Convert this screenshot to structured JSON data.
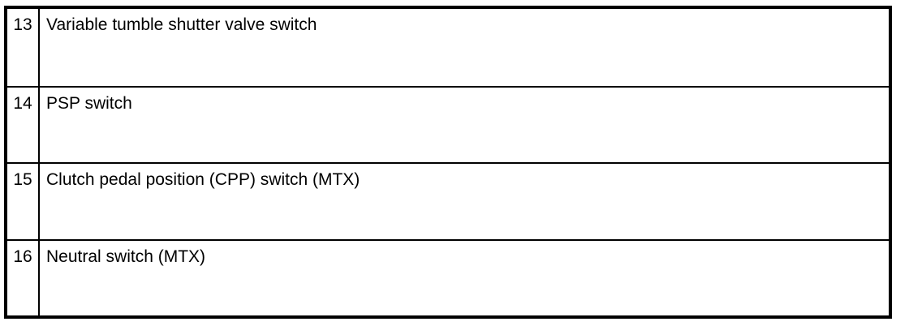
{
  "colors": {
    "border": "#000000",
    "background": "#ffffff",
    "text": "#000000"
  },
  "table": {
    "rows": [
      {
        "num": "13",
        "label": "Variable tumble shutter valve switch"
      },
      {
        "num": "14",
        "label": "PSP switch"
      },
      {
        "num": "15",
        "label": "Clutch pedal position (CPP) switch (MTX)"
      },
      {
        "num": "16",
        "label": "Neutral switch (MTX)"
      }
    ]
  }
}
